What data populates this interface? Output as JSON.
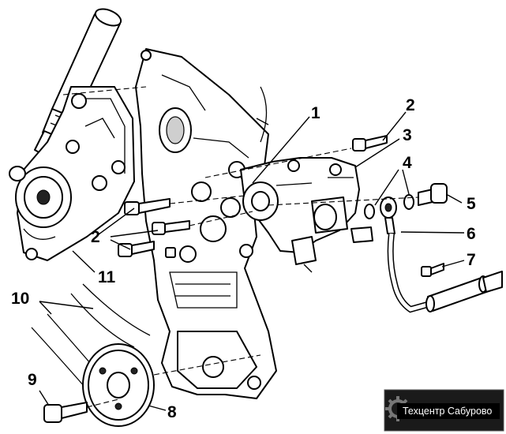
{
  "callouts": {
    "c1": "1",
    "c2a": "2",
    "c2b": "2",
    "c3": "3",
    "c4": "4",
    "c5": "5",
    "c6": "6",
    "c7": "7",
    "c8": "8",
    "c9": "9",
    "c10": "10",
    "c11": "11"
  },
  "watermark": {
    "text": "Техцентр Сабурово",
    "icon": "gear-icon",
    "background": "#1a1a1a",
    "color": "#ffffff"
  }
}
